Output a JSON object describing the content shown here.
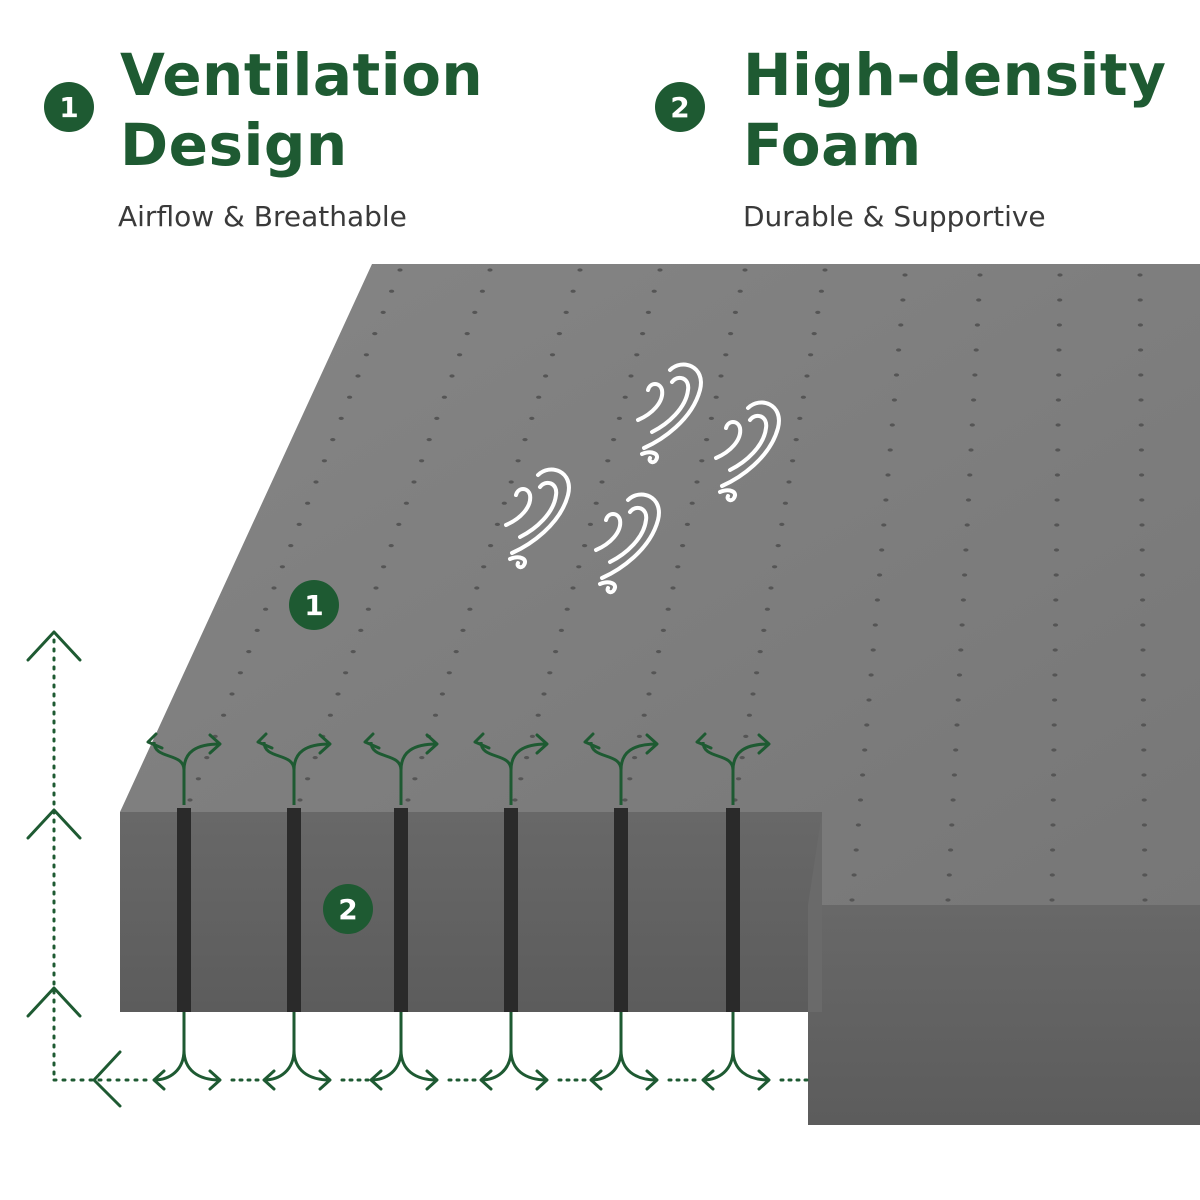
{
  "colors": {
    "brand_green": "#1e5a32",
    "foam_top": "#7c7c7c",
    "foam_side": "#626262",
    "airflow_icon": "#ffffff"
  },
  "features": [
    {
      "number": "1",
      "title_line1": "Ventilation",
      "title_line2": "Design",
      "subtitle": "Airflow & Breathable"
    },
    {
      "number": "2",
      "title_line1": "High-density",
      "title_line2": "Foam",
      "subtitle": "Durable & Supportive"
    }
  ],
  "foam_markers": {
    "top_surface": "1",
    "cross_section": "2"
  },
  "icons": {
    "airflow": "wind-swirl-icon",
    "arrows": "airflow-arrow-icon"
  }
}
